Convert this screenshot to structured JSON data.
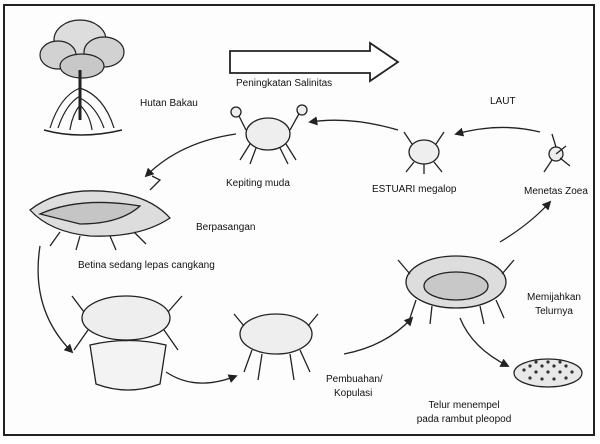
{
  "labels": {
    "salinity": "Peningkatan Salinitas",
    "mangrove": "Hutan Bakau",
    "sea": "LAUT",
    "young_crab": "Kepiting muda",
    "estuary": "ESTUARI megalop",
    "hatch": "Menetas Zoea",
    "pairing": "Berpasangan",
    "molting": "Betina sedang lepas cangkang",
    "spawn_line1": "Memijahkan",
    "spawn_line2": "Telurnya",
    "fert_line1": "Pembuahan/",
    "fert_line2": "Kopulasi",
    "eggs_line1": "Telur menempel",
    "eggs_line2": "pada rambut pleopod"
  },
  "icons": [
    "mangrove-tree-icon",
    "salinity-arrow-icon",
    "young-crab-icon",
    "megalopa-icon",
    "zoea-icon",
    "pairing-crabs-icon",
    "molting-crab-icon",
    "copulation-crab-icon",
    "spawning-crab-icon",
    "egg-mass-icon"
  ]
}
